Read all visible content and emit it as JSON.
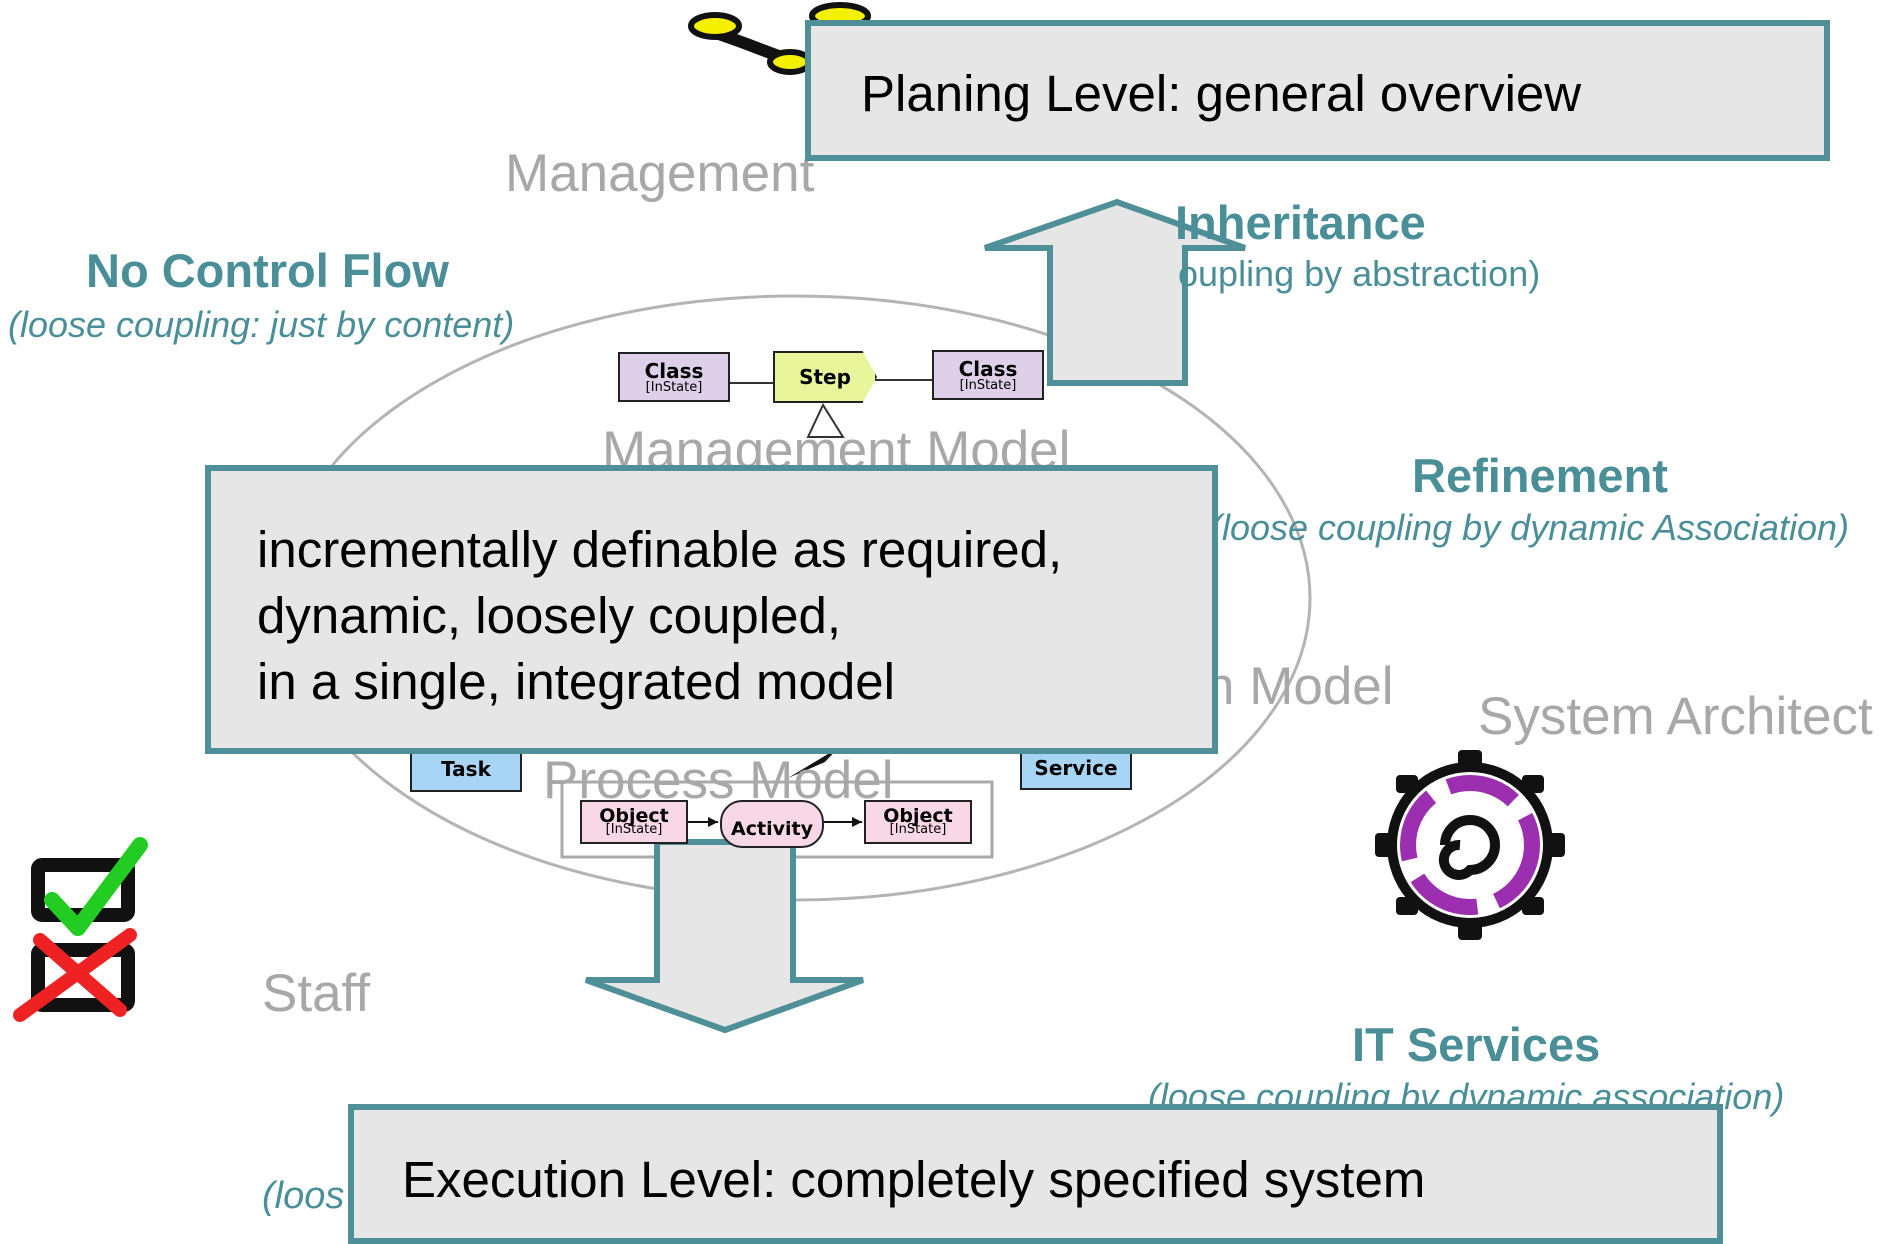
{
  "planing_box": "Planing Level: general overview",
  "execution_box": "Execution Level: completely specified system",
  "center_box": {
    "line1": "incrementally definable as required,",
    "line2": "dynamic, loosely coupled,",
    "line3": "in a single, integrated model"
  },
  "labels": {
    "management": "Management",
    "management_model": "Management Model",
    "system_model_partial": "n Model",
    "process_model": "Process Model",
    "system_architect": "System Architect",
    "staff": "Staff",
    "bottom_partial": "(loos"
  },
  "annotations": {
    "no_control_flow": "No Control Flow",
    "no_control_flow_sub": "(loose coupling: just by content)",
    "inheritance": "Inheritance",
    "inheritance_sub": "oupling by abstraction)",
    "refinement": "Refinement",
    "refinement_sub": "(loose coupling by dynamic Association)",
    "it_services": "IT Services",
    "it_services_sub": "(loose coupling by dynamic association)"
  },
  "nodes": {
    "class_left": "Class",
    "class_left_state": "[InState]",
    "step": "Step",
    "class_right": "Class",
    "class_right_state": "[InState]",
    "task": "Task",
    "service": "Service",
    "object_left": "Object",
    "object_left_state": "[InState]",
    "activity": "Activity",
    "object_right": "Object",
    "object_right_state": "[InState]"
  },
  "colors": {
    "accent_teal": "#4f8f98",
    "box_fill": "#e6e6e6",
    "class_fill": "#ddd0e8",
    "step_fill": "#e8f59a",
    "task_fill": "#a8d4f5",
    "object_fill": "#f8d8e6"
  }
}
